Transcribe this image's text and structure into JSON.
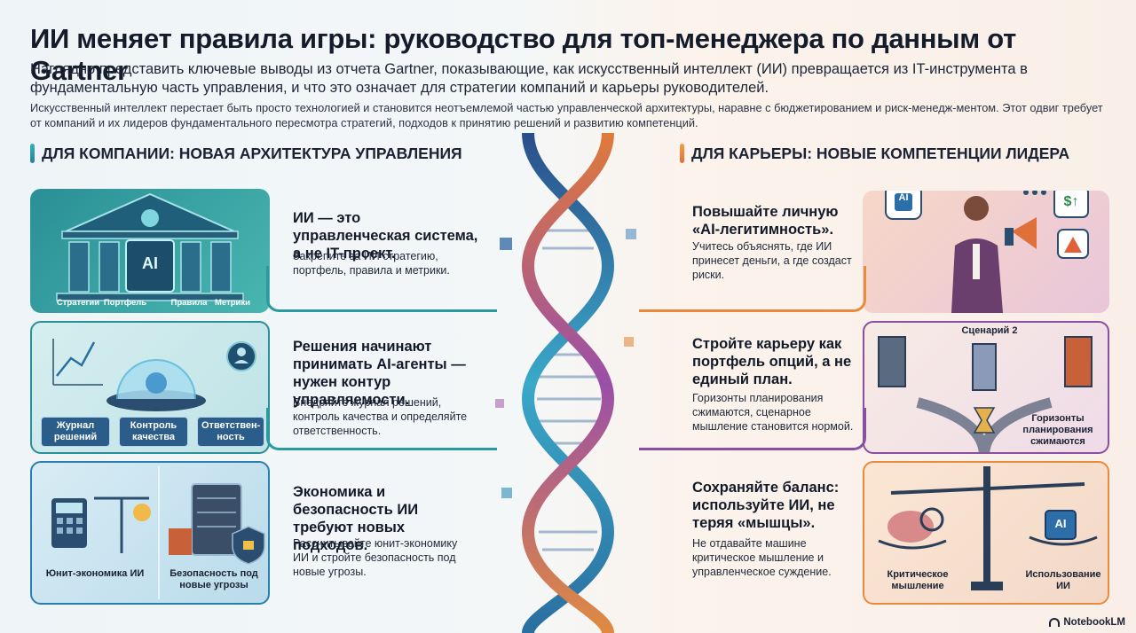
{
  "title": "ИИ меняет правила игры: руководство для топ-менеджера по данным от Gartner",
  "subtitle": "Наглядно представить ключевые выводы из отчета Gartner, показывающие, как искусственный интеллект (ИИ) превращается из IT-инструмента в фундаментальную часть управления, и что это означает для стратегии компаний и карьеры руководителей.",
  "intro": "Искусственный интеллект перестает быть просто технологией и становится неотъемлемой частью управленческой архитектуры, наравне с бюджетированием и риск-менедж-ментом. Этот одвиг требует от компаний и их лидеров фундаментального пересмотра стратегий, подходов к принятию решений и развитию компетенций.",
  "left_section": {
    "heading": "ДЛЯ КОМПАНИИ: НОВАЯ АРХИТЕКТУРА УПРАВЛЕНИЯ",
    "blocks": [
      {
        "title": "ИИ — это управленческая система, а не IT-проект.",
        "text": "Закрепите за ИИ стратегию, портфель, правила и метрики.",
        "ai_label": "AI",
        "labels": [
          "Стратегии",
          "Портфель",
          "Правила",
          "Метрики"
        ]
      },
      {
        "title": "Решения начинают принимать AI-агенты — нужен контур управляемости.",
        "text": "Внедряйте журнал решений, контроль качества и определяйте ответственность.",
        "chips": [
          "Журнал решений",
          "Контроль качества",
          "Ответствен-ность"
        ]
      },
      {
        "title": "Экономика и безопасность ИИ требуют новых подходов.",
        "text": "Рассчитывайте юнит-экономику ИИ и стройте безопасность под новые угрозы.",
        "labels": [
          "Юнит-экономика ИИ",
          "Безопасность под новые угрозы"
        ]
      }
    ]
  },
  "right_section": {
    "heading": "ДЛЯ КАРЬЕРЫ: НОВЫЕ КОМПЕТЕНЦИИ ЛИДЕРА",
    "blocks": [
      {
        "title": "Повышайте личную «AI-легитимность».",
        "text": "Учитесь объяснять, где ИИ принесет деньги, а где создаст риски.",
        "ai_label": "AI",
        "money_label": "$↑"
      },
      {
        "title": "Стройте карьеру как портфель опций, а не единый план.",
        "text": "Горизонты планирования сжимаются, сценарное мышление становится нормой.",
        "scenario_label": "Сценарий 2",
        "horizon_label": "Горизонты планирования сжимаются"
      },
      {
        "title": "Сохраняйте баланс: используйте ИИ, не теряя «мышцы».",
        "text": "Не отдавайте машине критическое мышление и управленческое суждение.",
        "ai_label": "AI",
        "labels": [
          "Критическое мышление",
          "Использование ИИ"
        ]
      }
    ]
  },
  "brand": "NotebookLM",
  "colors": {
    "teal": "#2a8f96",
    "orange": "#e98a3c",
    "purple": "#8a4fa0",
    "navy": "#1f3f6b"
  }
}
